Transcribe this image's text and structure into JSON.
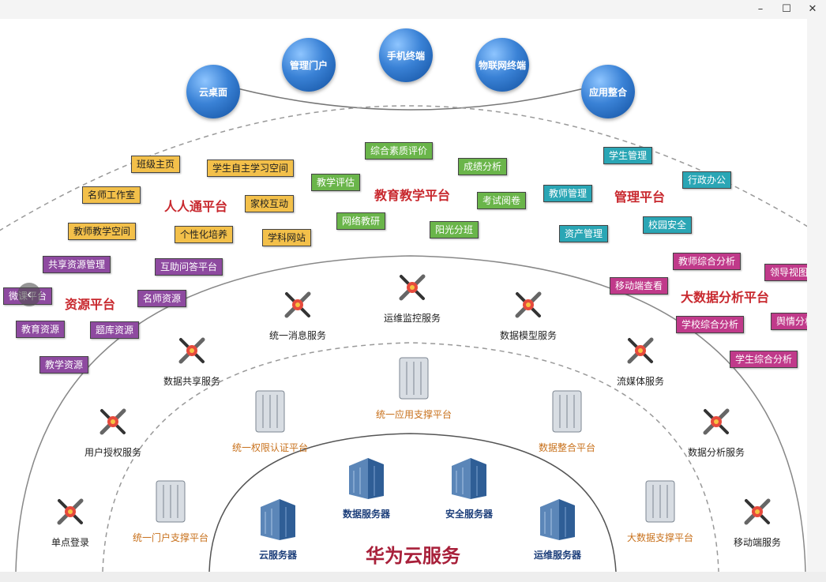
{
  "window": {
    "minimize": "–",
    "maximize": "☐",
    "close": "✕"
  },
  "nav": {
    "prev": "‹"
  },
  "terminals": [
    "云桌面",
    "管理门户",
    "手机终端",
    "物联网终端",
    "应用整合"
  ],
  "platforms": {
    "renrentong": "人人通平台",
    "jiaoyu": "教育教学平台",
    "guanli": "管理平台",
    "ziyuan": "资源平台",
    "dashuju": "大数据分析平台"
  },
  "tags": {
    "renrentong": [
      "班级主页",
      "学生自主学习空间",
      "名师工作室",
      "家校互动",
      "教师教学空间",
      "个性化培养",
      "学科网站",
      "互助问答平台"
    ],
    "jiaoyu": [
      "综合素质评价",
      "成绩分析",
      "教学评估",
      "考试阅卷",
      "网络教研",
      "阳光分班"
    ],
    "guanli": [
      "学生管理",
      "行政办公",
      "教师管理",
      "资产管理",
      "校园安全"
    ],
    "ziyuan": [
      "共享资源管理",
      "微课平台",
      "名师资源",
      "教育资源",
      "题库资源",
      "教学资源"
    ],
    "dashuju": [
      "教师综合分析",
      "领导视图",
      "移动端查看",
      "学校综合分析",
      "舆情分析",
      "学生综合分析"
    ]
  },
  "services": [
    "运维监控服务",
    "统一消息服务",
    "数据模型服务",
    "数据共享服务",
    "流媒体服务",
    "用户授权服务",
    "数据分析服务",
    "单点登录",
    "移动端服务"
  ],
  "support_platforms": [
    "统一应用支撑平台",
    "统一权限认证平台",
    "数据整合平台",
    "统一门户支撑平台",
    "大数据支撑平台"
  ],
  "servers": [
    "数据服务器",
    "安全服务器",
    "云服务器",
    "运维服务器"
  ],
  "title": "华为云服务",
  "colors": {
    "tag_yellow": "#f3c04a",
    "tag_green": "#6ab54a",
    "tag_cyan": "#2aa6b5",
    "tag_purple": "#8e4aa0",
    "tag_magenta": "#c03a8a",
    "platform_red": "#c8282e",
    "title_red": "#a8203a",
    "support_orange": "#c8711c",
    "bubble_blue": "#2f76cc"
  },
  "icons": {
    "service": "wrench-screwdriver-icon",
    "support": "server-cabinet-icon",
    "server": "building-server-icon"
  }
}
